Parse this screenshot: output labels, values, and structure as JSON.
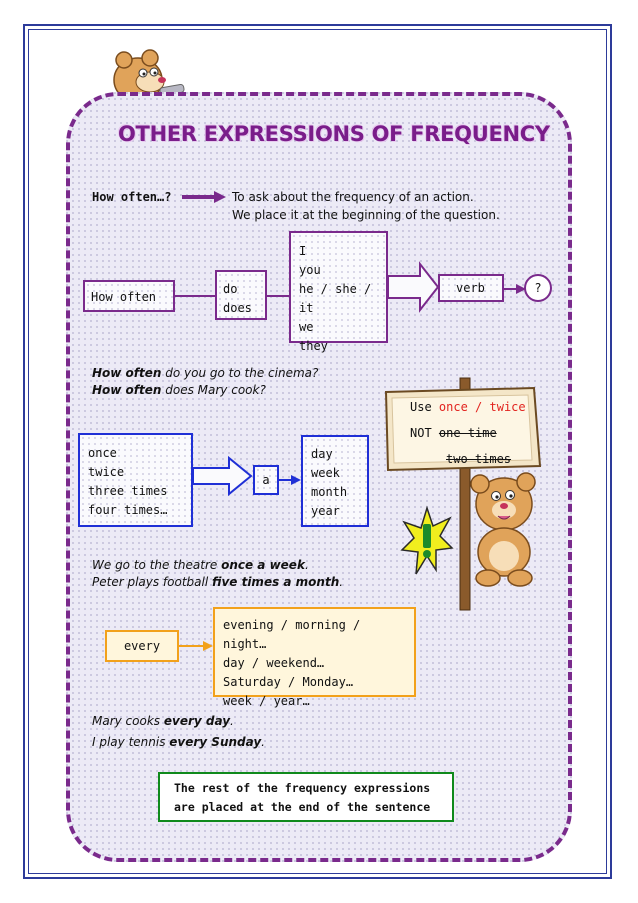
{
  "title": "OTHER EXPRESSIONS OF FREQUENCY",
  "intro": {
    "label": "How often…?",
    "line1": "To ask about the frequency of an action.",
    "line2": "We place it at the beginning of the question."
  },
  "flow1": {
    "how_often": "How often",
    "aux": [
      "do",
      "does"
    ],
    "subjects": [
      "I",
      "you",
      "he / she / it",
      "we",
      "they"
    ],
    "verb": "verb",
    "question_mark": "?"
  },
  "examples1": [
    {
      "bold": "How often",
      "rest": " do you go to the cinema?"
    },
    {
      "bold": "How often",
      "rest": " does Mary cook?"
    }
  ],
  "flow2": {
    "counts": [
      "once",
      "twice",
      "three times",
      "four times…"
    ],
    "article": "a",
    "periods": [
      "day",
      "week",
      "month",
      "year"
    ]
  },
  "sign": {
    "use": "Use",
    "use_highlight": "once / twice",
    "not": "NOT",
    "not1": "one time",
    "not2": "two times"
  },
  "examples2": [
    {
      "pre": "We go to the theatre ",
      "bold": "once a week",
      "post": "."
    },
    {
      "pre": "Peter plays football ",
      "bold": "five times a month",
      "post": "."
    }
  ],
  "flow3": {
    "every": "every",
    "items": [
      "evening / morning / night…",
      "day / weekend…",
      "Saturday / Monday…",
      "week / year…"
    ]
  },
  "examples3": [
    {
      "pre": "Mary cooks ",
      "bold": "every day",
      "post": "."
    },
    {
      "pre": "I play tennis ",
      "bold": "every Sunday",
      "post": "."
    }
  ],
  "note": {
    "line1": "The rest of the frequency expressions",
    "line2": "are placed at the end of the sentence"
  },
  "colors": {
    "accent": "#7a2a8c",
    "blue": "#1f2fd6",
    "orange": "#f2a11b",
    "green": "#0f8a1c",
    "red": "#e2241f"
  }
}
